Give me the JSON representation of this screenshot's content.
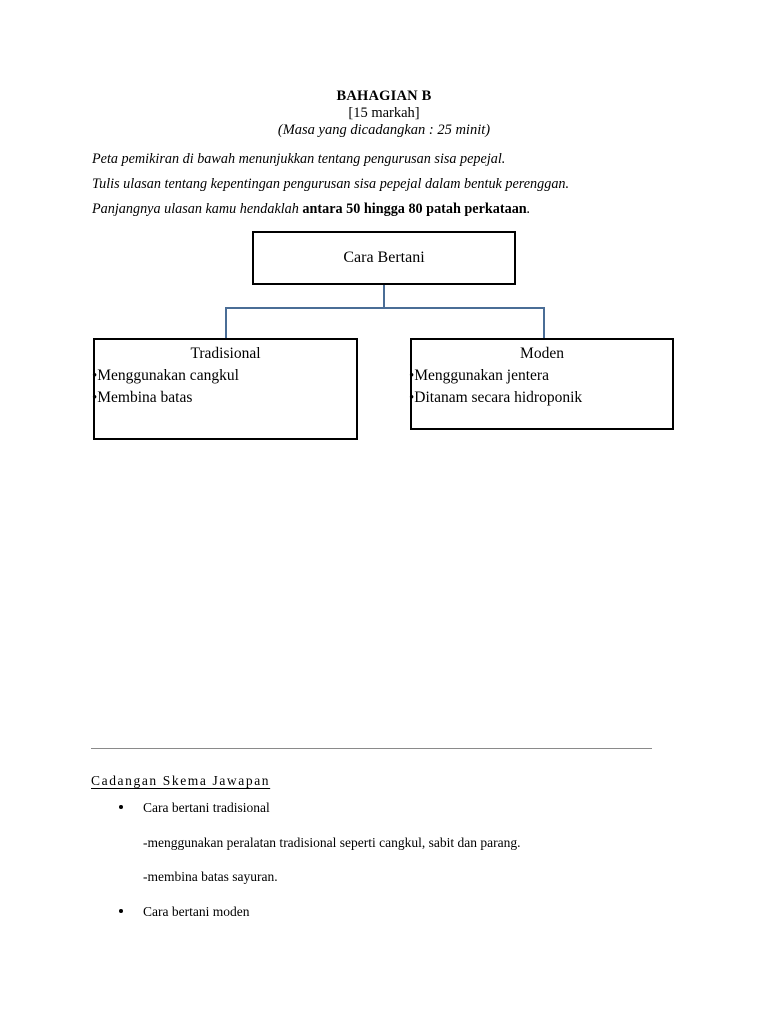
{
  "header": {
    "exam_title": "BAHAGIAN B",
    "marks": "[15 markah]",
    "duration": "(Masa yang dicadangkan :  25 minit)"
  },
  "instructions": {
    "line1": "Peta pemikiran di bawah menunjukkan tentang pengurusan sisa pepejal.",
    "line2": "Tulis ulasan tentang kepentingan pengurusan sisa pepejal dalam bentuk perenggan.",
    "line3_prefix": "Panjangnya ulasan kamu hendaklah ",
    "line3_bold": "antara 50 hingga 80 patah perkataan",
    "line3_suffix": "."
  },
  "diagram": {
    "connector_color": "#4a6d96",
    "border_color": "#000000",
    "root": {
      "title": "Cara Bertani"
    },
    "children": [
      {
        "title": "Tradisional",
        "bullets": [
          "Menggunakan cangkul",
          "Membina batas"
        ]
      },
      {
        "title": "Moden",
        "bullets": [
          "Menggunakan jentera",
          "Ditanam secara hidroponik"
        ]
      }
    ]
  },
  "scheme": {
    "heading": "Cadangan Skema Jawapan",
    "items": [
      {
        "label": "Cara bertani tradisional",
        "details": [
          "-menggunakan  peralatan  tradisional seperti cangkul, sabit dan parang.",
          "-membina batas sayuran."
        ]
      },
      {
        "label": "Cara bertani moden",
        "details": []
      }
    ]
  }
}
